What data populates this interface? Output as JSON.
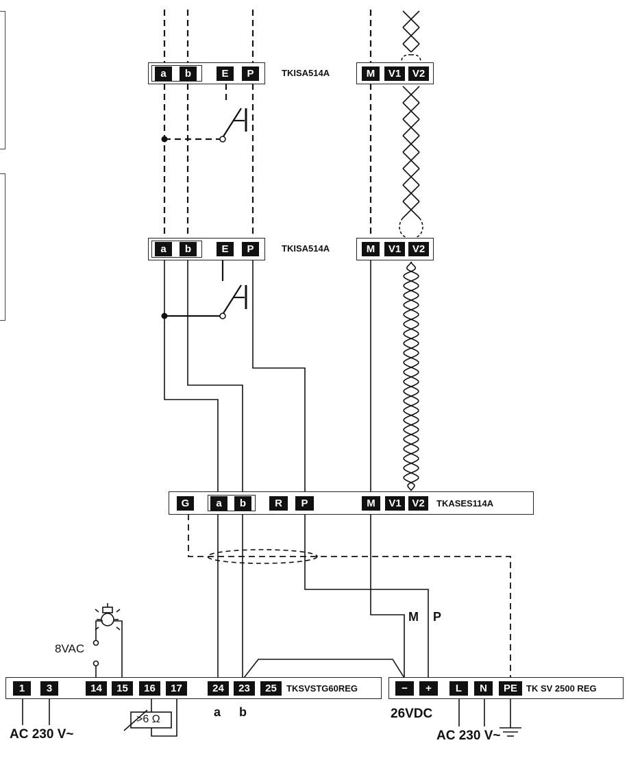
{
  "modules": {
    "top_isolator": {
      "name": "TKISA514A",
      "terminals": [
        "a",
        "b",
        "E",
        "P"
      ],
      "bus_terminals": [
        "M",
        "V1",
        "V2"
      ]
    },
    "mid_isolator": {
      "name": "TKISA514A",
      "terminals": [
        "a",
        "b",
        "E",
        "P"
      ],
      "bus_terminals": [
        "M",
        "V1",
        "V2"
      ]
    },
    "interface": {
      "name": "TKASES114A",
      "terminals": [
        "G",
        "a",
        "b",
        "R",
        "P",
        "M",
        "V1",
        "V2"
      ]
    },
    "control_unit": {
      "name": "TKSVSTG60REG",
      "terminals": [
        "1",
        "3",
        "14",
        "15",
        "16",
        "17",
        "24",
        "23",
        "25"
      ],
      "lamp_voltage": "8VAC",
      "resistor": ">6 Ω",
      "line_a": "a",
      "line_b": "b",
      "supply": "AC 230 V~"
    },
    "power_supply": {
      "name": "TK SV 2500 REG",
      "terminals": [
        "−",
        "+",
        "L",
        "N",
        "PE"
      ],
      "output": "26VDC",
      "supply": "AC 230 V~",
      "wire_m": "M",
      "wire_p": "P"
    }
  },
  "colors": {
    "ink": "#111111",
    "terminal_bg": "#111111",
    "terminal_text": "#ffffff"
  }
}
